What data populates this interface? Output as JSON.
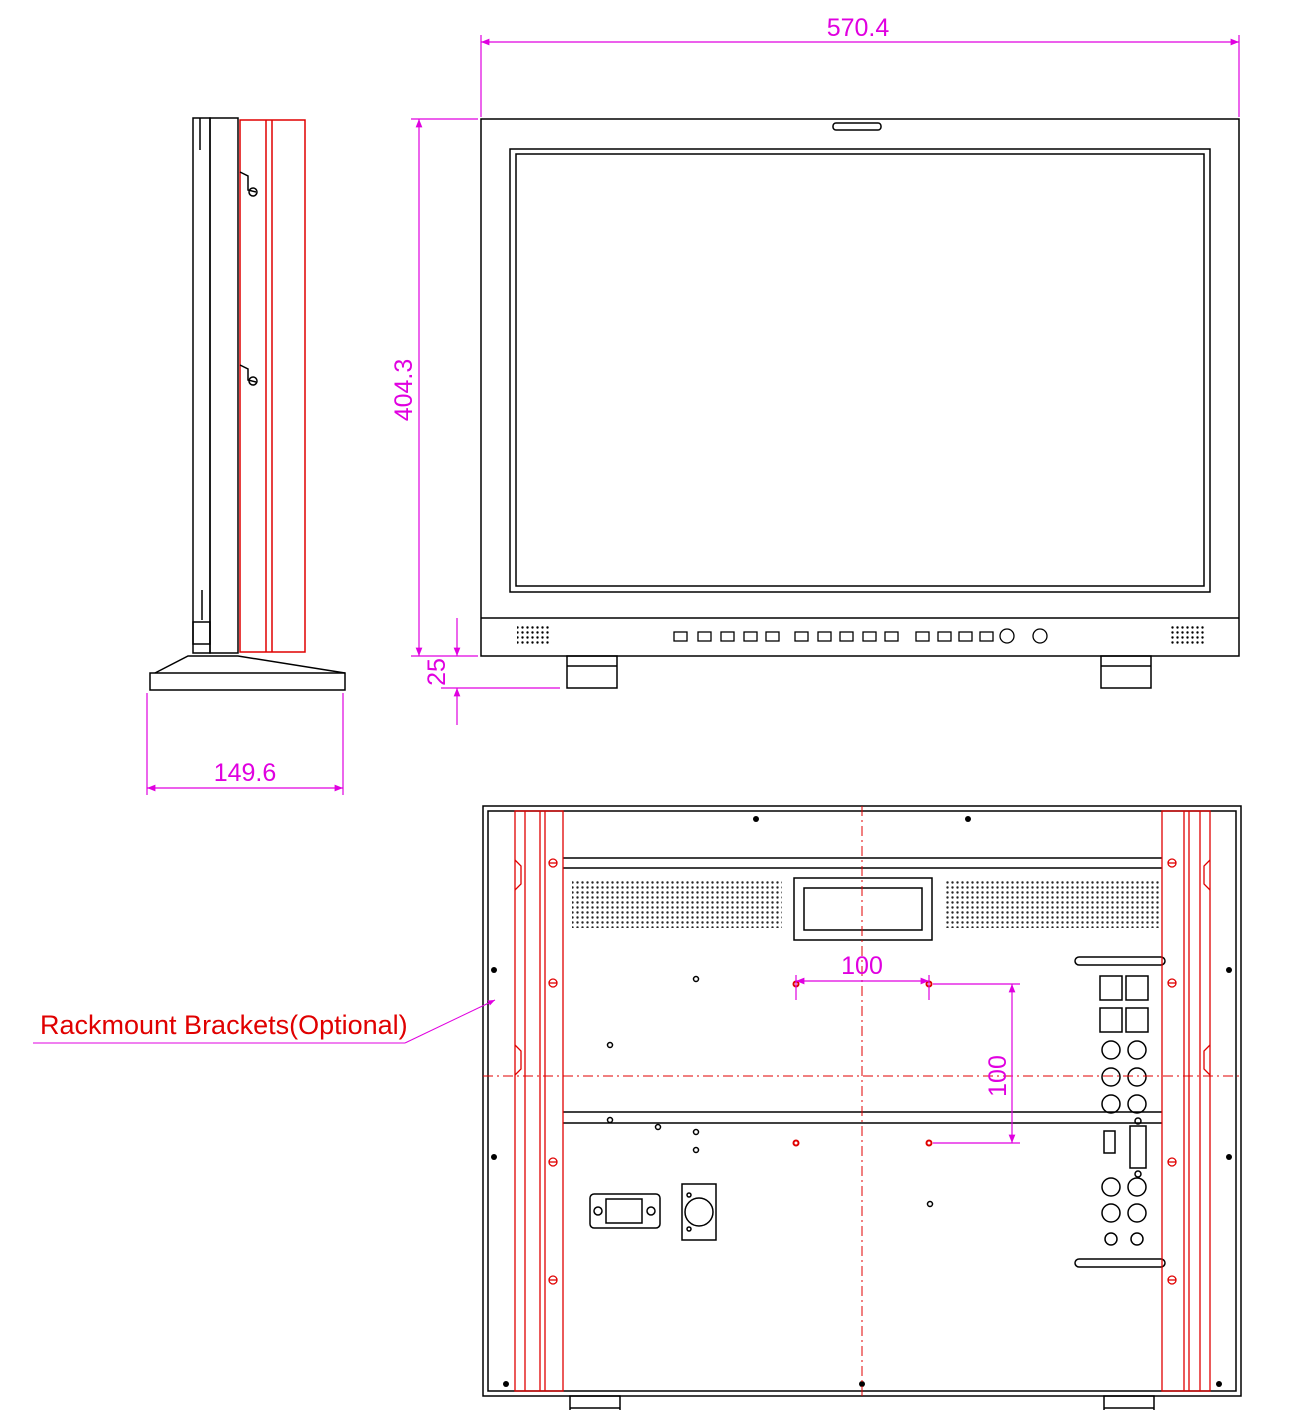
{
  "dimensions": {
    "width": "570.4",
    "height": "404.3",
    "depth": "149.6",
    "stand_height": "25",
    "vesa_horizontal": "100",
    "vesa_vertical": "100"
  },
  "annotations": {
    "rackmount": "Rackmount Brackets(Optional)"
  },
  "colors": {
    "dimension": "#e000e0",
    "bracket": "#e00000",
    "outline": "#000000"
  }
}
